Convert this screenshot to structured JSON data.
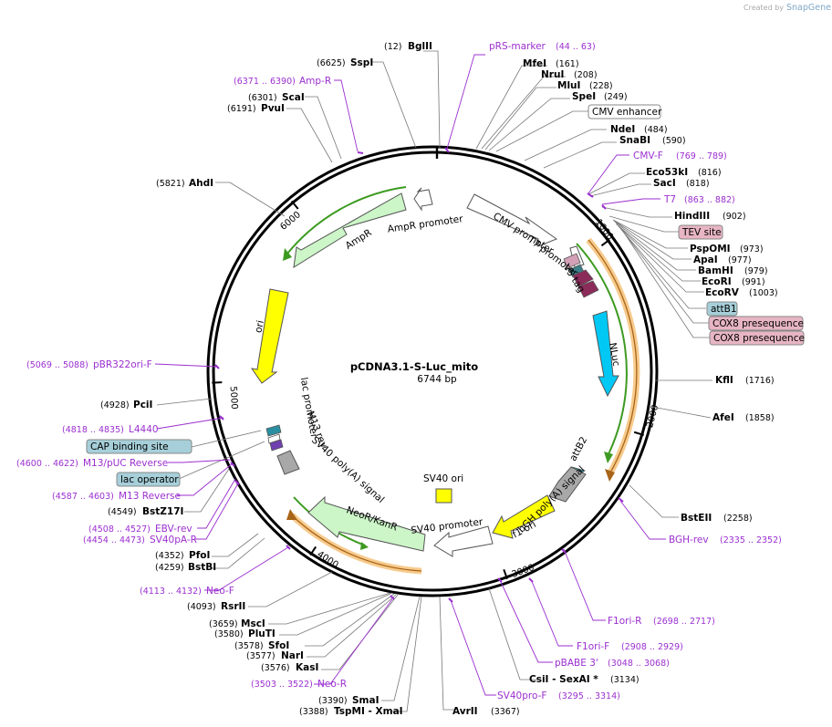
{
  "credit": {
    "prefix": "Created by",
    "brand": "SnapGene"
  },
  "plasmid": {
    "name": "pCDNA3.1-S-Luc_mito",
    "length": "6744 bp"
  },
  "ticks": [
    "1000",
    "2000",
    "3000",
    "4000",
    "5000",
    "6000"
  ],
  "enzymes": [
    {
      "id": "bglii",
      "pos": "(12)",
      "name": "BglII"
    },
    {
      "id": "mfei",
      "pos": "(161)",
      "name": "MfeI"
    },
    {
      "id": "nrui",
      "pos": "(208)",
      "name": "NruI"
    },
    {
      "id": "mlui",
      "pos": "(228)",
      "name": "MluI"
    },
    {
      "id": "spei",
      "pos": "(249)",
      "name": "SpeI"
    },
    {
      "id": "ndei",
      "pos": "(484)",
      "name": "NdeI"
    },
    {
      "id": "snabi",
      "pos": "(590)",
      "name": "SnaBI"
    },
    {
      "id": "eco53ki",
      "pos": "(816)",
      "name": "Eco53kI"
    },
    {
      "id": "saci",
      "pos": "(818)",
      "name": "SacI"
    },
    {
      "id": "hindiii",
      "pos": "(902)",
      "name": "HindIII"
    },
    {
      "id": "pspomi",
      "pos": "(973)",
      "name": "PspOMI"
    },
    {
      "id": "apai",
      "pos": "(977)",
      "name": "ApaI"
    },
    {
      "id": "bamhi",
      "pos": "(979)",
      "name": "BamHI"
    },
    {
      "id": "ecori",
      "pos": "(991)",
      "name": "EcoRI"
    },
    {
      "id": "ecorv",
      "pos": "(1003)",
      "name": "EcoRV"
    },
    {
      "id": "kfli",
      "pos": "(1716)",
      "name": "KflI"
    },
    {
      "id": "afei",
      "pos": "(1858)",
      "name": "AfeI"
    },
    {
      "id": "bsteii",
      "pos": "(2258)",
      "name": "BstEII"
    },
    {
      "id": "csii",
      "pos": "(3134)",
      "name": "CsiI  - SexAI *"
    },
    {
      "id": "avrii",
      "pos": "(3367)",
      "name": "AvrII"
    },
    {
      "id": "smai",
      "pos": "(3390)",
      "name": "SmaI"
    },
    {
      "id": "tspmi",
      "pos": "(3388)",
      "name": "TspMI  - XmaI"
    },
    {
      "id": "kasi",
      "pos": "(3576)",
      "name": "KasI"
    },
    {
      "id": "nari",
      "pos": "(3577)",
      "name": "NarI"
    },
    {
      "id": "sfoi",
      "pos": "(3578)",
      "name": "SfoI"
    },
    {
      "id": "pluti",
      "pos": "(3580)",
      "name": "PluTI"
    },
    {
      "id": "msci",
      "pos": "(3659)",
      "name": "MscI"
    },
    {
      "id": "rsrii",
      "pos": "(4093)",
      "name": "RsrII"
    },
    {
      "id": "bstbi",
      "pos": "(4259)",
      "name": "BstBI"
    },
    {
      "id": "pfoi",
      "pos": "(4352)",
      "name": "PfoI"
    },
    {
      "id": "bstz17i",
      "pos": "(4549)",
      "name": "BstZ17I"
    },
    {
      "id": "pcii",
      "pos": "(4928)",
      "name": "PciI"
    },
    {
      "id": "ahdi",
      "pos": "(5821)",
      "name": "AhdI"
    },
    {
      "id": "pvui",
      "pos": "(6191)",
      "name": "PvuI"
    },
    {
      "id": "scai",
      "pos": "(6301)",
      "name": "ScaI"
    },
    {
      "id": "sspi",
      "pos": "(6625)",
      "name": "SspI"
    }
  ],
  "primers": [
    {
      "id": "prs-marker",
      "name": "pRS-marker",
      "pos": "(44 .. 63)"
    },
    {
      "id": "cmv-f",
      "name": "CMV-F",
      "pos": "(769 .. 789)"
    },
    {
      "id": "t7",
      "name": "T7",
      "pos": "(863 .. 882)"
    },
    {
      "id": "bgh-rev",
      "name": "BGH-rev",
      "pos": "(2335 .. 2352)"
    },
    {
      "id": "f1ori-r",
      "name": "F1ori-R",
      "pos": "(2698 .. 2717)"
    },
    {
      "id": "f1ori-f",
      "name": "F1ori-F",
      "pos": "(2908 .. 2929)"
    },
    {
      "id": "pbabe-3",
      "name": "pBABE 3'",
      "pos": "(3048 .. 3068)"
    },
    {
      "id": "sv40pro-f",
      "name": "SV40pro-F",
      "pos": "(3295 .. 3314)"
    },
    {
      "id": "neo-r",
      "name": "Neo-R",
      "pos": "(3503 .. 3522)"
    },
    {
      "id": "neo-f",
      "name": "Neo-F",
      "pos": "(4113 .. 4132)"
    },
    {
      "id": "sv40pa-r",
      "name": "SV40pA-R",
      "pos": "(4454 .. 4473)"
    },
    {
      "id": "ebv-rev",
      "name": "EBV-rev",
      "pos": "(4508 .. 4527)"
    },
    {
      "id": "m13-reverse",
      "name": "M13 Reverse",
      "pos": "(4587 .. 4603)"
    },
    {
      "id": "m13-puc-reverse",
      "name": "M13/pUC Reverse",
      "pos": "(4600 .. 4622)"
    },
    {
      "id": "l4440",
      "name": "L4440",
      "pos": "(4818 .. 4835)"
    },
    {
      "id": "pbr322ori-f",
      "name": "pBR322ori-F",
      "pos": "(5069 .. 5088)"
    },
    {
      "id": "amp-r",
      "name": "Amp-R",
      "pos": "(6371 .. 6390)"
    }
  ],
  "badges": [
    {
      "id": "cmv-enhancer",
      "label": "CMV enhancer",
      "color": "#ffffff"
    },
    {
      "id": "tev-site",
      "label": "TEV site",
      "color": "#e7b5c3"
    },
    {
      "id": "attb1",
      "label": "attB1",
      "color": "#a6cfd9"
    },
    {
      "id": "cox8-1",
      "label": "COX8 presequence",
      "color": "#e7b5c3"
    },
    {
      "id": "cox8-2",
      "label": "COX8 presequence",
      "color": "#e7b5c3"
    },
    {
      "id": "cap-site",
      "label": "CAP binding site",
      "color": "#a6cfd9"
    },
    {
      "id": "lac-operator",
      "label": "lac operator",
      "color": "#a6cfd9"
    }
  ],
  "features": [
    {
      "id": "cmv-promoter",
      "label": "CMV promoter"
    },
    {
      "id": "t7-promoter",
      "label": "T7 promoter"
    },
    {
      "id": "v5-tag",
      "label": "V5 tag"
    },
    {
      "id": "nluc",
      "label": "NLuc"
    },
    {
      "id": "attb2",
      "label": "attB2"
    },
    {
      "id": "bgh-polya",
      "label": "bGH poly(A) signal"
    },
    {
      "id": "f1-ori",
      "label": "f1 ori"
    },
    {
      "id": "sv40-promoter",
      "label": "SV40 promoter"
    },
    {
      "id": "sv40-ori",
      "label": "SV40 ori"
    },
    {
      "id": "neor-kanr",
      "label": "NeoR/KanR"
    },
    {
      "id": "sv40-polya",
      "label": "SV40 poly(A) signal"
    },
    {
      "id": "m13-rev",
      "label": "M13 rev"
    },
    {
      "id": "lac-promoter",
      "label": "lac promoter"
    },
    {
      "id": "ori",
      "label": "ori"
    },
    {
      "id": "ampr",
      "label": "AmpR"
    },
    {
      "id": "ampr-promoter",
      "label": "AmpR promoter"
    }
  ],
  "colors": {
    "primer": "#9b2fd0",
    "promoter": "#ffffff",
    "ampr": "#ccf5c8",
    "ori": "#ffff00",
    "nluc": "#00c8f5",
    "terminator": "#a8a8a8",
    "orf_line": "#3d9a21",
    "orange": "#f0a030",
    "tag": "#8b2b5a"
  }
}
